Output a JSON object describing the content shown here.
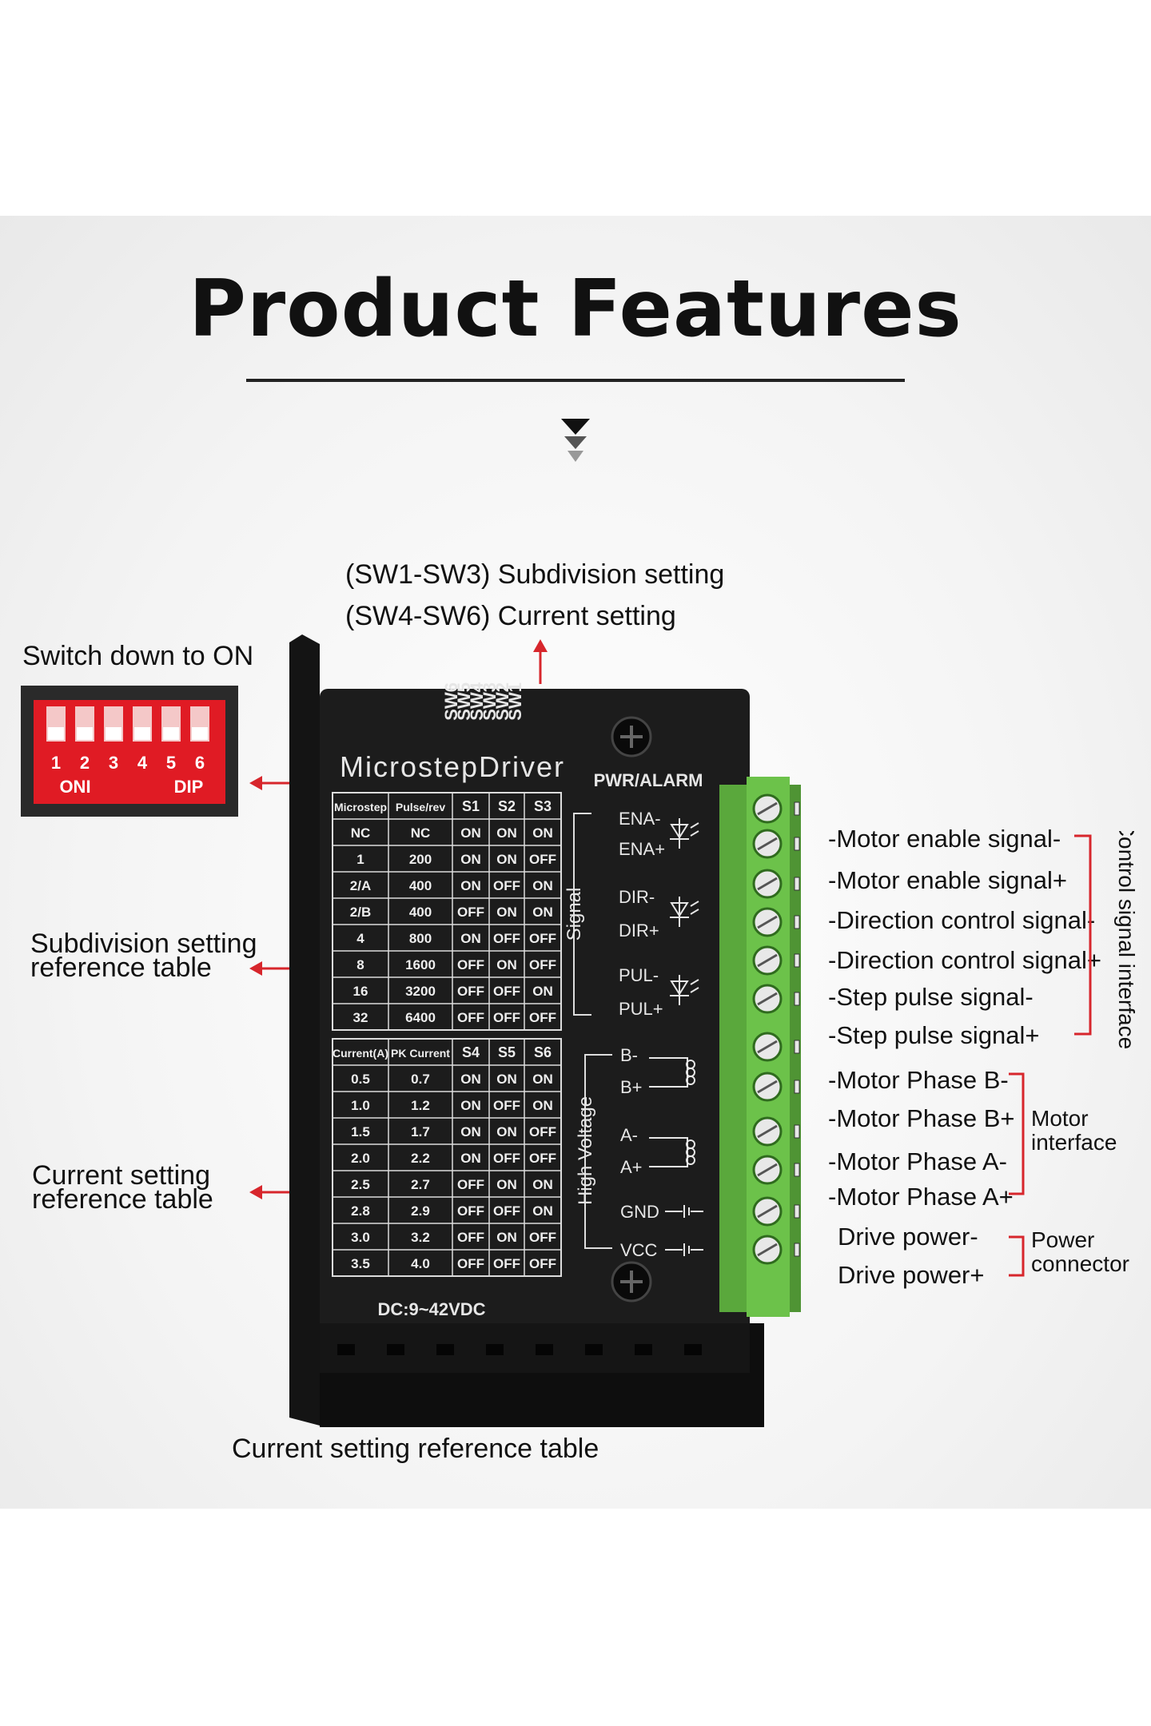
{
  "header": {
    "title": "Product Features"
  },
  "callouts": {
    "top_line1": "(SW1-SW3) Subdivision setting",
    "top_line2": "(SW4-SW6) Current setting",
    "switch_down": "Switch down to ON",
    "subdivision_ref_1": "Subdivision setting",
    "subdivision_ref_2": "reference table",
    "current_ref_1": "Current setting",
    "current_ref_2": "reference table",
    "bottom": "Current setting reference table"
  },
  "dip_switch": {
    "numbers": [
      "1",
      "2",
      "3",
      "4",
      "5",
      "6"
    ],
    "on_label": "ONI",
    "dip_label": "DIP",
    "color": "#e01b24"
  },
  "driver": {
    "brand": "MicrostepDriver",
    "switch_labels": [
      "SW6",
      "SW5",
      "SW4",
      "SW3",
      "SW2",
      "SW1"
    ],
    "pwr_alarm": "PWR/ALARM",
    "signal_group": "Signal",
    "hv_group": "High Voltage",
    "dc_label": "DC:9~42VDC",
    "signal_pins": [
      "ENA-",
      "ENA+",
      "DIR-",
      "DIR+",
      "PUL-",
      "PUL+"
    ],
    "hv_pins": [
      "B-",
      "B+",
      "A-",
      "A+",
      "GND",
      "VCC"
    ],
    "body_color": "#1c1c1c",
    "terminal_color": "#6cc24a"
  },
  "subdivision_table": {
    "headers": [
      "Microstep",
      "Pulse/rev",
      "S1",
      "S2",
      "S3"
    ],
    "rows": [
      [
        "NC",
        "NC",
        "ON",
        "ON",
        "ON"
      ],
      [
        "1",
        "200",
        "ON",
        "ON",
        "OFF"
      ],
      [
        "2/A",
        "400",
        "ON",
        "OFF",
        "ON"
      ],
      [
        "2/B",
        "400",
        "OFF",
        "ON",
        "ON"
      ],
      [
        "4",
        "800",
        "ON",
        "OFF",
        "OFF"
      ],
      [
        "8",
        "1600",
        "OFF",
        "ON",
        "OFF"
      ],
      [
        "16",
        "3200",
        "OFF",
        "OFF",
        "ON"
      ],
      [
        "32",
        "6400",
        "OFF",
        "OFF",
        "OFF"
      ]
    ]
  },
  "current_table": {
    "headers": [
      "Current(A)",
      "PK Current",
      "S4",
      "S5",
      "S6"
    ],
    "rows": [
      [
        "0.5",
        "0.7",
        "ON",
        "ON",
        "ON"
      ],
      [
        "1.0",
        "1.2",
        "ON",
        "OFF",
        "ON"
      ],
      [
        "1.5",
        "1.7",
        "ON",
        "ON",
        "OFF"
      ],
      [
        "2.0",
        "2.2",
        "ON",
        "OFF",
        "OFF"
      ],
      [
        "2.5",
        "2.7",
        "OFF",
        "ON",
        "ON"
      ],
      [
        "2.8",
        "2.9",
        "OFF",
        "OFF",
        "ON"
      ],
      [
        "3.0",
        "3.2",
        "OFF",
        "ON",
        "OFF"
      ],
      [
        "3.5",
        "4.0",
        "OFF",
        "OFF",
        "OFF"
      ]
    ]
  },
  "terminals": {
    "labels": [
      "-Motor enable signal-",
      "-Motor enable signal+",
      "-Direction control signal-",
      "-Direction control signal+",
      "-Step pulse signal-",
      "-Step pulse signal+",
      "-Motor Phase B-",
      "-Motor Phase B+",
      "-Motor Phase A-",
      "-Motor Phase A+",
      "Drive power-",
      "Drive power+"
    ],
    "group_control": "Control signal interface",
    "group_motor_1": "Motor",
    "group_motor_2": "interface",
    "group_power_1": "Power",
    "group_power_2": "connector"
  },
  "colors": {
    "arrow_red": "#d7262c"
  }
}
